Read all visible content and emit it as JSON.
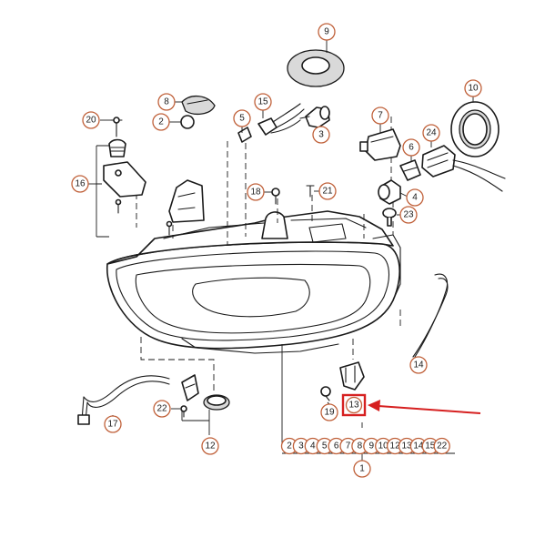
{
  "diagram": {
    "callouts": {
      "c1": "1",
      "c2": "2",
      "c3": "3",
      "c4": "4",
      "c5": "5",
      "c6": "6",
      "c7": "7",
      "c8": "8",
      "c9": "9",
      "c10": "10",
      "c12": "12",
      "c14": "14",
      "c15": "15",
      "c16": "16",
      "c17": "17",
      "c18": "18",
      "c19": "19",
      "c20": "20",
      "c21": "21",
      "c22": "22",
      "c23": "23",
      "c24": "24"
    },
    "highlighted_part": "13",
    "bottom_row": [
      "2",
      "3",
      "4",
      "5",
      "6",
      "7",
      "8",
      "9",
      "10",
      "12",
      "13",
      "14",
      "15",
      "22"
    ],
    "colors": {
      "callout_ring": "#c0613a",
      "highlight": "#d62020",
      "line": "#1a1a1a"
    }
  }
}
